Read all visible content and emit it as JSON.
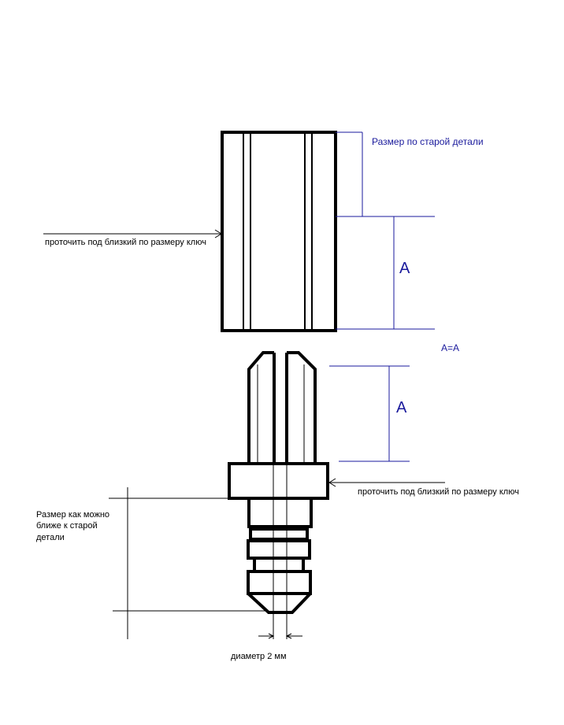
{
  "labels": {
    "old_part_size": "Размер по старой детали",
    "dimension_a_top": "A",
    "a_equals_a": "A=A",
    "dimension_a_bottom": "A",
    "machine_wrench_top": "проточить под близкий по размеру ключ",
    "machine_wrench_bottom": "проточить под близкий по размеру ключ",
    "size_close_line1": "Размер как можно",
    "size_close_line2": "ближе к старой",
    "size_close_line3": "детали",
    "diameter": "диаметр 2 мм"
  },
  "colors": {
    "line": "#000000",
    "dimension_text": "#1a1a9c",
    "background": "#ffffff"
  }
}
